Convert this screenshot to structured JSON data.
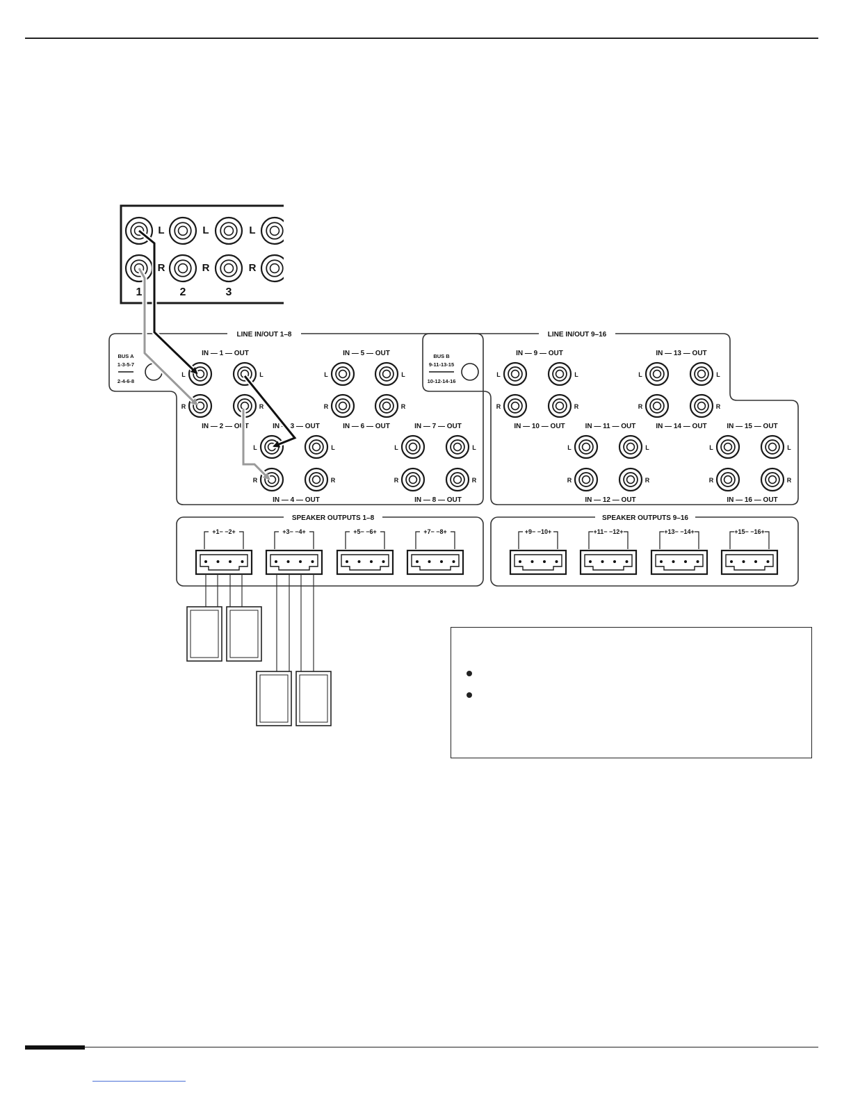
{
  "source_panel": {
    "channel_side_labels": [
      "L",
      "L",
      "L",
      "R",
      "R",
      "R"
    ],
    "channel_numbers": [
      "1",
      "2",
      "3"
    ]
  },
  "panel_a": {
    "title": "LINE IN/OUT 1–8",
    "bus_label_1": "BUS A",
    "bus_label_2": "1-3-5-7",
    "bus_label_3": "2-4-6-8",
    "pairs": [
      {
        "top": "IN — 1 — OUT",
        "bottom": "IN — 2 — OUT"
      },
      {
        "top": "IN — 5 — OUT",
        "bottom": "IN — 6 — OUT"
      },
      {
        "top": "IN — 3 — OUT",
        "bottom": "IN — 4 — OUT"
      },
      {
        "top": "IN — 7 — OUT",
        "bottom": "IN — 8 — OUT"
      }
    ]
  },
  "panel_b": {
    "title": "LINE IN/OUT 9–16",
    "bus_label_1": "BUS B",
    "bus_label_2": "9-11-13-15",
    "bus_label_3": "10-12-14-16",
    "pairs": [
      {
        "top": "IN — 9 — OUT",
        "bottom": "IN — 10 — OUT"
      },
      {
        "top": "IN — 13 — OUT",
        "bottom": "IN — 14 — OUT"
      },
      {
        "top": "IN — 11 — OUT",
        "bottom": "IN — 12 — OUT"
      },
      {
        "top": "IN — 15 — OUT",
        "bottom": "IN — 16 — OUT"
      }
    ]
  },
  "speaker_a": {
    "title": "SPEAKER OUTPUTS 1–8",
    "connectors": [
      "+1−  −2+",
      "+3−  −4+",
      "+5−  −6+",
      "+7−  −8+"
    ]
  },
  "speaker_b": {
    "title": "SPEAKER OUTPUTS 9–16",
    "connectors": [
      "+9−  −10+",
      "+11− −12+",
      "+13− −14+",
      "+15− −16+"
    ]
  },
  "side_letters": {
    "left": "L",
    "right": "R"
  },
  "colors": {
    "ink": "#1a1a1a",
    "cable_black": "#111111",
    "cable_gray": "#9a9a9a",
    "link": "#4a6fd6"
  }
}
